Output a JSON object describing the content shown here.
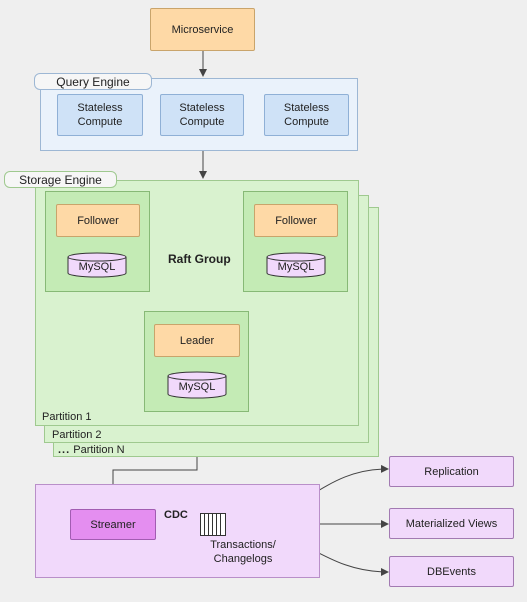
{
  "nodes": {
    "microservice": "Microservice",
    "query_engine": "Query Engine",
    "stateless_compute": [
      "Stateless\nCompute",
      "Stateless\nCompute",
      "Stateless\nCompute"
    ],
    "storage_engine": "Storage Engine",
    "follower_left": "Follower",
    "follower_right": "Follower",
    "leader": "Leader",
    "mysql": "MySQL",
    "raft_group": "Raft Group",
    "partition_1": "Partition 1",
    "partition_2": "Partition 2",
    "partition_n": "Partition N",
    "partition_n_prefix": "...",
    "streamer": "Streamer",
    "cdc": "CDC",
    "queue_caption": "Transactions/\nChangelogs",
    "replication": "Replication",
    "materialized_views": "Materialized Views",
    "dbevents": "DBEvents"
  },
  "colors": {
    "microservice_fill": "#fed9a6",
    "compute_fill": "#cfe2f7",
    "storage_fill": "#d9f2cf",
    "cdc_fill": "#f1d9fb",
    "streamer_fill": "#e48ef0",
    "line": "#444444"
  },
  "icons": [
    "database-icon",
    "queue-icon",
    "arrow-icon"
  ]
}
